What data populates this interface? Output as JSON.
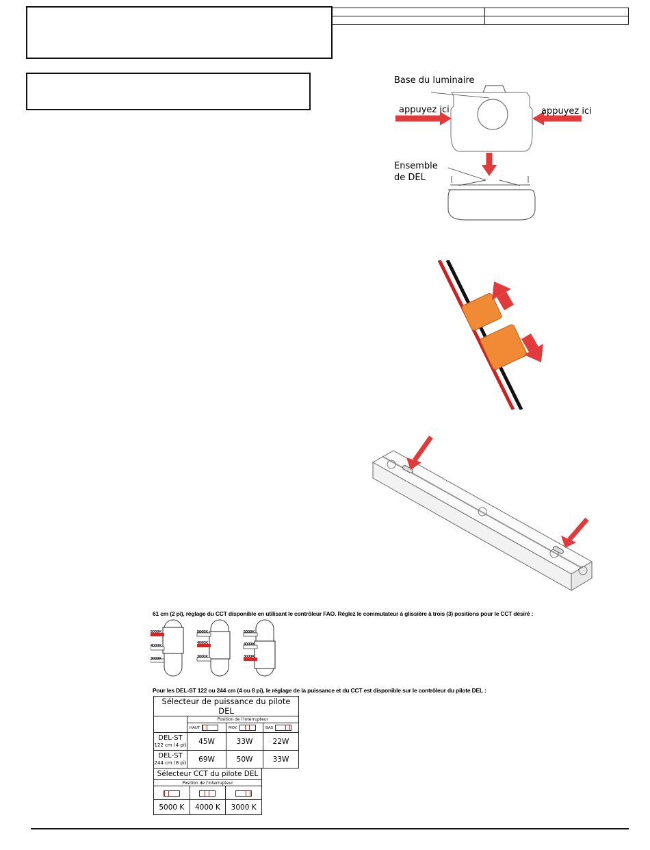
{
  "fixture_diagram": {
    "base_label": "Base du luminaire",
    "press_left": "appuyez ici",
    "press_right": "appuyez ici",
    "led_assembly_line1": "Ensemble",
    "led_assembly_line2": "de DEL"
  },
  "cct_switch_note": "61 cm (2 pi), réglage du CCT disponible en utilisant le contrôleur FAO. Réglez le commutateur à glissière à trois (3) positions pour le CCT désiré :",
  "cct_slider_labels": [
    "5000K",
    "4000K",
    "3000K"
  ],
  "driver_note": "Pour les DEL-ST 122 ou 244 cm (4 ou 8 pi), le réglage de la puissance et du CCT est disponible sur le contrôleur du pilote DEL :",
  "power_table": {
    "title": "Sélecteur de puissance du pilote DEL",
    "switch_position": "Position de l'interrupteur",
    "columns": [
      "HAUT",
      "MOY.",
      "BAS"
    ],
    "rows": [
      {
        "model": "DEL-ST",
        "size": "122 cm (4 pi)",
        "values": [
          "45W",
          "33W",
          "22W"
        ]
      },
      {
        "model": "DEL-ST",
        "size": "244 cm (8 pi)",
        "values": [
          "69W",
          "50W",
          "33W"
        ]
      }
    ]
  },
  "cct_table": {
    "title": "Sélecteur CCT du pilote DEL",
    "switch_position": "Position de l'interrupteur",
    "values": [
      "5000 K",
      "4000 K",
      "3000 K"
    ]
  },
  "colors": {
    "arrow": "#e03a3a",
    "connector": "#f08a35",
    "switch_marker": "#dd2222"
  }
}
